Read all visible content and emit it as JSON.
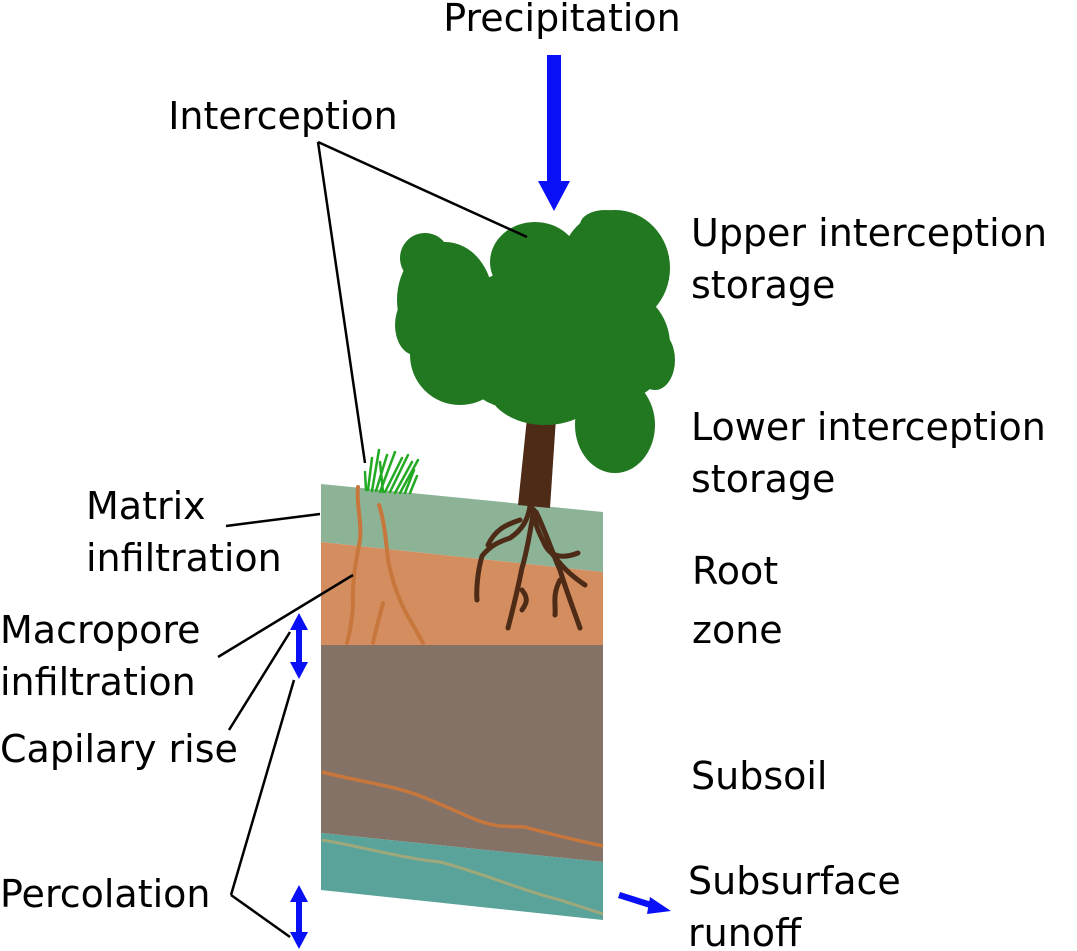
{
  "labels": {
    "precipitation": "Precipitation",
    "interception": "Interception",
    "upper_interception": [
      "Upper interception",
      "storage"
    ],
    "lower_interception": [
      "Lower interception",
      "storage"
    ],
    "matrix_infiltration": [
      "Matrix",
      "infiltration"
    ],
    "macropore_infiltration": [
      "Macropore",
      "infiltration"
    ],
    "capillary_rise": "Capilary rise",
    "percolation": "Percolation",
    "root_zone": [
      "Root",
      "zone"
    ],
    "subsoil": "Subsoil",
    "subsurface_runoff": [
      "Subsurface",
      "runoff"
    ]
  },
  "colors": {
    "arrow": "#0a10f5",
    "tree_canopy": "#217821",
    "tree_trunk": "#4d2b17",
    "roots": "#4d2b17",
    "grass": "#22aa22",
    "topsoil": "#8db397",
    "root_zone_soil": "#d38d5f",
    "subsoil": "#857266",
    "groundwater": "#5aa39a",
    "macropore": "#c8773c"
  }
}
